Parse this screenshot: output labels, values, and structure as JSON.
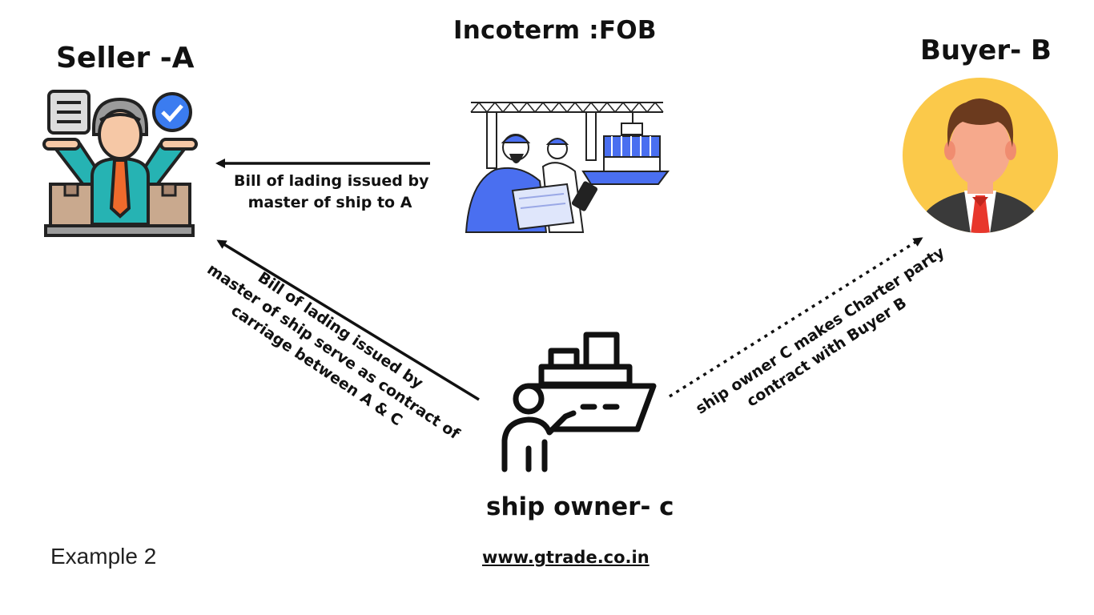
{
  "diagram": {
    "title": "Incoterm :FOB",
    "seller": {
      "label": "Seller -A",
      "icon": "seller-icon"
    },
    "buyer": {
      "label": "Buyer- B",
      "icon": "buyer-avatar-icon"
    },
    "ship_owner": {
      "label": "ship owner- c",
      "icon": "ship-owner-icon"
    },
    "port": {
      "icon": "port-workers-illustration"
    },
    "arrows": {
      "bol_to_a": {
        "line1": "Bill of lading issued by",
        "line2": "master of ship to A"
      },
      "bol_contract": {
        "line1": "Bill of lading issued by",
        "line2": "master of ship serve as contract of",
        "line3": "carriage between A & C"
      },
      "charter": {
        "line1": "ship owner C makes Charter party",
        "line2": "contract with  Buyer B"
      }
    },
    "footer": {
      "example": "Example 2",
      "website": "www.gtrade.co.in"
    }
  },
  "colors": {
    "text": "#111111",
    "teal": "#26b3b3",
    "blue": "#4a6ff0",
    "yellow": "#fbc94a",
    "red": "#e8372c",
    "skin": "#f6c8a6",
    "box": "#c9a98e"
  }
}
